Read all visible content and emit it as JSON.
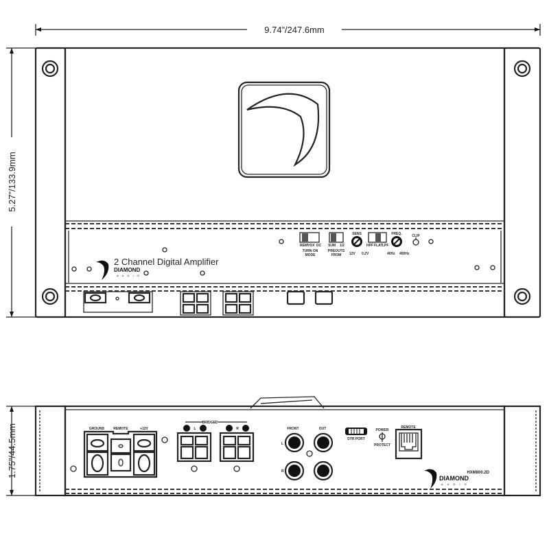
{
  "dimensions": {
    "width": "9.74”/247.6mm",
    "height": "5.27”/133.9mm",
    "depth": "1.75”/44.5mm"
  },
  "top_view": {
    "product_line": "2 Channel Digital Amplifier",
    "brand": "DIAMOND",
    "brand_sub": "AUDIO",
    "turn_on": {
      "options": [
        "REM",
        "VOX",
        "DC"
      ],
      "label1": "TURN ON",
      "label2": "MODE"
    },
    "preouts": {
      "options": [
        "SUM",
        "1/2"
      ],
      "label1": "PREOUTS",
      "label2": "FROM"
    },
    "sens": {
      "label": "SENS",
      "min": "12V",
      "max": "0.2V"
    },
    "filter": {
      "options": [
        "HPF",
        "FLAT",
        "LPF"
      ]
    },
    "freq": {
      "label": "FREQ.",
      "min": "40Hz",
      "max": "400Hz"
    },
    "clip": "CLIP"
  },
  "side_view": {
    "ground": "GROUND",
    "remote": "REMOTE",
    "plus12v": "+12V",
    "bridged": "BRIDGED",
    "left": "L",
    "right": "R",
    "front": "FRONT",
    "out": "OUT",
    "rca_left": "L",
    "rca_right": "R",
    "dtr_port": "DTR PORT",
    "power": "POWER",
    "protect": "PROTECT",
    "remote_port": "REMOTE",
    "model": "HXM800.2D",
    "brand": "DIAMOND",
    "brand_sub": "AUDIO"
  }
}
